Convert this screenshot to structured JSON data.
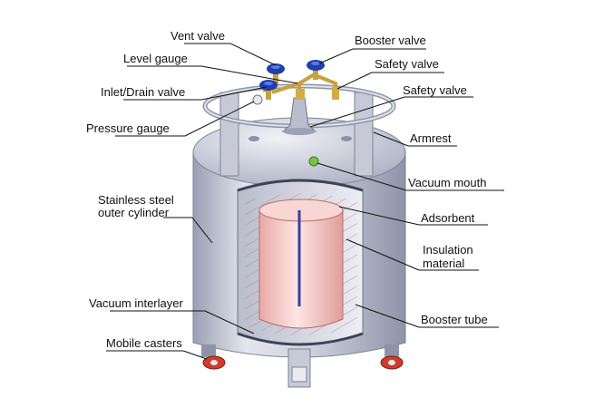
{
  "diagram": {
    "labels": {
      "vent_valve": "Vent valve",
      "booster_valve": "Booster valve",
      "level_gauge": "Level gauge",
      "safety_valve_1": "Safety valve",
      "inlet_drain_valve": "Inlet/Drain valve",
      "safety_valve_2": "Safety valve",
      "pressure_gauge": "Pressure gauge",
      "armrest": "Armrest",
      "vacuum_mouth": "Vacuum mouth",
      "stainless_steel_line1": "Stainless steel",
      "stainless_steel_line2": "outer cylinder",
      "adsorbent": "Adsorbent",
      "insulation_line1": "Insulation",
      "insulation_line2": "material",
      "vacuum_interlayer": "Vacuum interlayer",
      "booster_tube": "Booster tube",
      "mobile_casters": "Mobile casters"
    },
    "colors": {
      "shell": "#c9ccd8",
      "inner_vessel": "#f4c8c4",
      "valve_handle": "#1f3fb0",
      "brass": "#c9a13a",
      "caster_wheel": "#d23a2a",
      "leader_line": "#111111"
    },
    "icons": [
      "valve-handle-icon",
      "caster-icon"
    ]
  }
}
